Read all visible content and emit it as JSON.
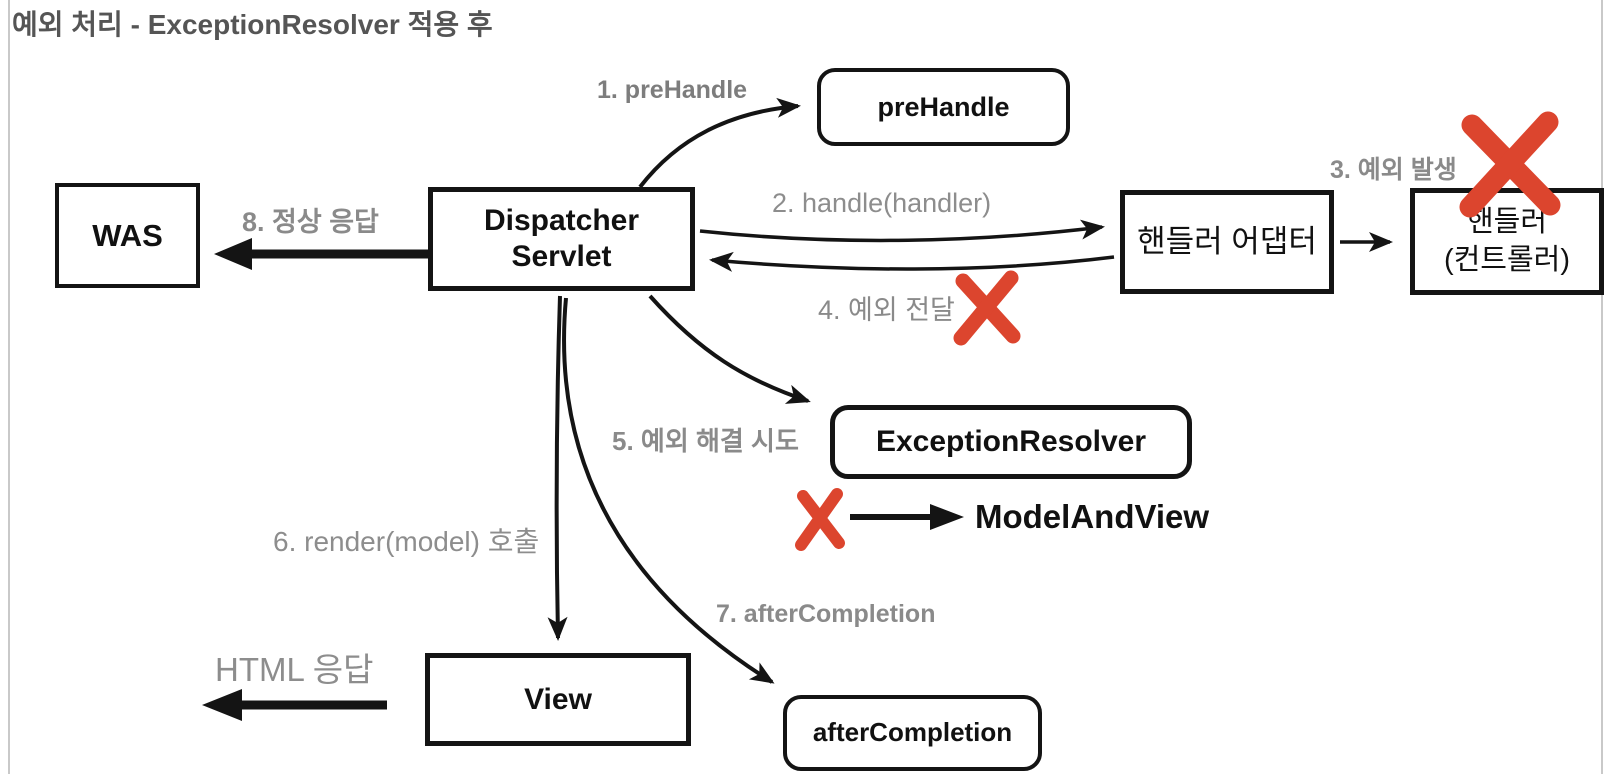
{
  "title": "예외 처리 - ExceptionResolver 적용 후",
  "colors": {
    "red_x": "#dc452e",
    "label_gray": "#8d8d8d",
    "title_color": "#555555",
    "line_black": "#141414",
    "border_gray": "#c9c9c9"
  },
  "nodes": {
    "was": {
      "label": "WAS"
    },
    "dispatcher_servlet": {
      "line1": "Dispatcher",
      "line2": "Servlet"
    },
    "pre_handle": {
      "label": "preHandle"
    },
    "handler_adapter": {
      "label": "핸들러 어댑터"
    },
    "handler_controller": {
      "line1": "핸들러",
      "line2": "(컨트롤러)"
    },
    "exception_resolver": {
      "label": "ExceptionResolver"
    },
    "view": {
      "label": "View"
    },
    "after_completion": {
      "label": "afterCompletion"
    },
    "model_and_view": {
      "label": "ModelAndView"
    }
  },
  "edge_labels": {
    "step1": "1. preHandle",
    "step2": "2. handle(handler)",
    "step3": "3. 예외 발생",
    "step4": "4. 예외 전달",
    "step5": "5. 예외 해결 시도",
    "step6": "6. render(model) 호출",
    "step7": "7. afterCompletion",
    "step8": "8. 정상 응답",
    "html_response": "HTML 응답"
  }
}
